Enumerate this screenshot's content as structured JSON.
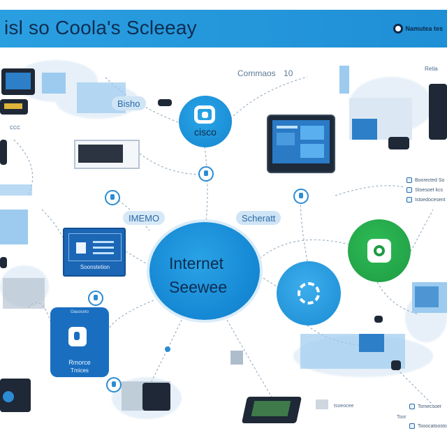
{
  "header": {
    "title": "isl so Coola's Scleeay",
    "badge": "Namutea tes"
  },
  "hub": {
    "line1": "Internet",
    "line2": "Seewee"
  },
  "nodes": {
    "cisco_label": "cisco",
    "panel_label": "Soonstetion",
    "phone_small": "Oauoceto",
    "phone_line1": "Rmorce",
    "phone_line2": "Tmices"
  },
  "labels": {
    "top_center": "Commaos",
    "top_number": "10",
    "bisho": "Bisho",
    "memo": "IMEMO",
    "seheratt": "Scheratt",
    "top_right": "Retia"
  },
  "right_list": [
    "Boorected So",
    "Stoesoet kcs",
    "Istoedocesent"
  ],
  "bottom_right_list": [
    "Tomecsoer",
    "Tooocatoosto"
  ],
  "bottom_center_label": "tsoeocee",
  "bottom_right_prefix": "Toor",
  "colors": {
    "banner": "#1f8fd6",
    "hub": "#1587d3",
    "green_node": "#1e9b43",
    "link_line": "#9db2c6"
  },
  "icons": [
    "cisco-icon",
    "sync-icon",
    "chat-icon",
    "network-icon",
    "cloud-icon"
  ]
}
